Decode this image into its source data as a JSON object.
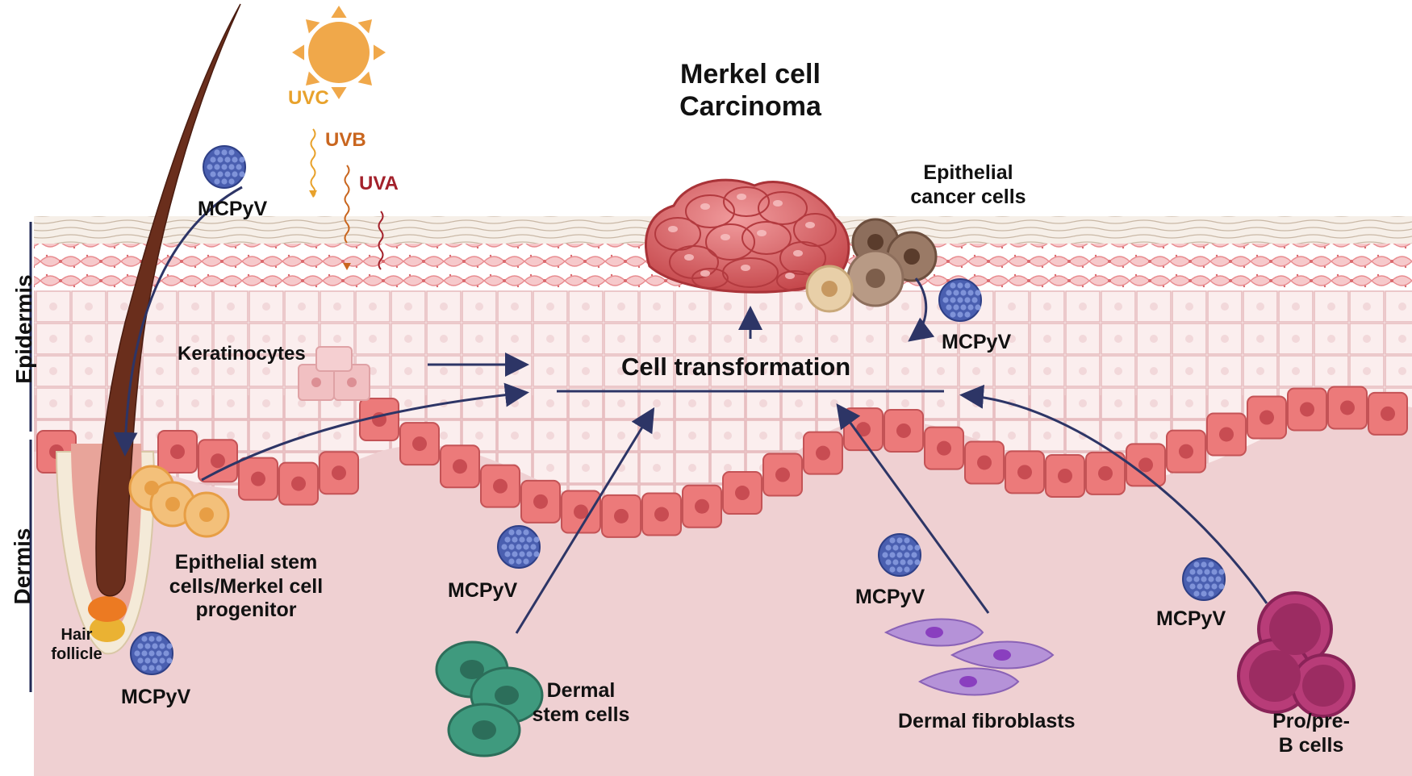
{
  "title": {
    "line1": "Merkel cell",
    "line2": "Carcinoma"
  },
  "layers": {
    "epidermis": "Epidermis",
    "dermis": "Dermis"
  },
  "uv": {
    "uvc": "UVC",
    "uvb": "UVB",
    "uva": "UVA"
  },
  "labels": {
    "keratinocytes": "Keratinocytes",
    "cell_transformation": "Cell transformation",
    "epithelial_cancer_cells": {
      "line1": "Epithelial",
      "line2": "cancer cells"
    },
    "epithelial_stem_cells": {
      "line1": "Epithelial stem",
      "line2": "cells/Merkel cell",
      "line3": "progenitor"
    },
    "hair_follicle": {
      "line1": "Hair",
      "line2": "follicle"
    },
    "dermal_stem_cells": {
      "line1": "Dermal",
      "line2": "stem cells"
    },
    "dermal_fibroblasts": "Dermal fibroblasts",
    "pro_pre_b_cells": {
      "line1": "Pro/pre-",
      "line2": "B cells"
    }
  },
  "virus": {
    "label": "MCPyV"
  },
  "colors": {
    "virus": "#4a5fb0",
    "arrow": "#2d3566",
    "tumor": "#d85a5e",
    "basal": "#ec7a7a",
    "dermis": "#efd0d2",
    "uvc": "#e8a22c",
    "uvb": "#c9661f",
    "uva": "#a3212b"
  }
}
